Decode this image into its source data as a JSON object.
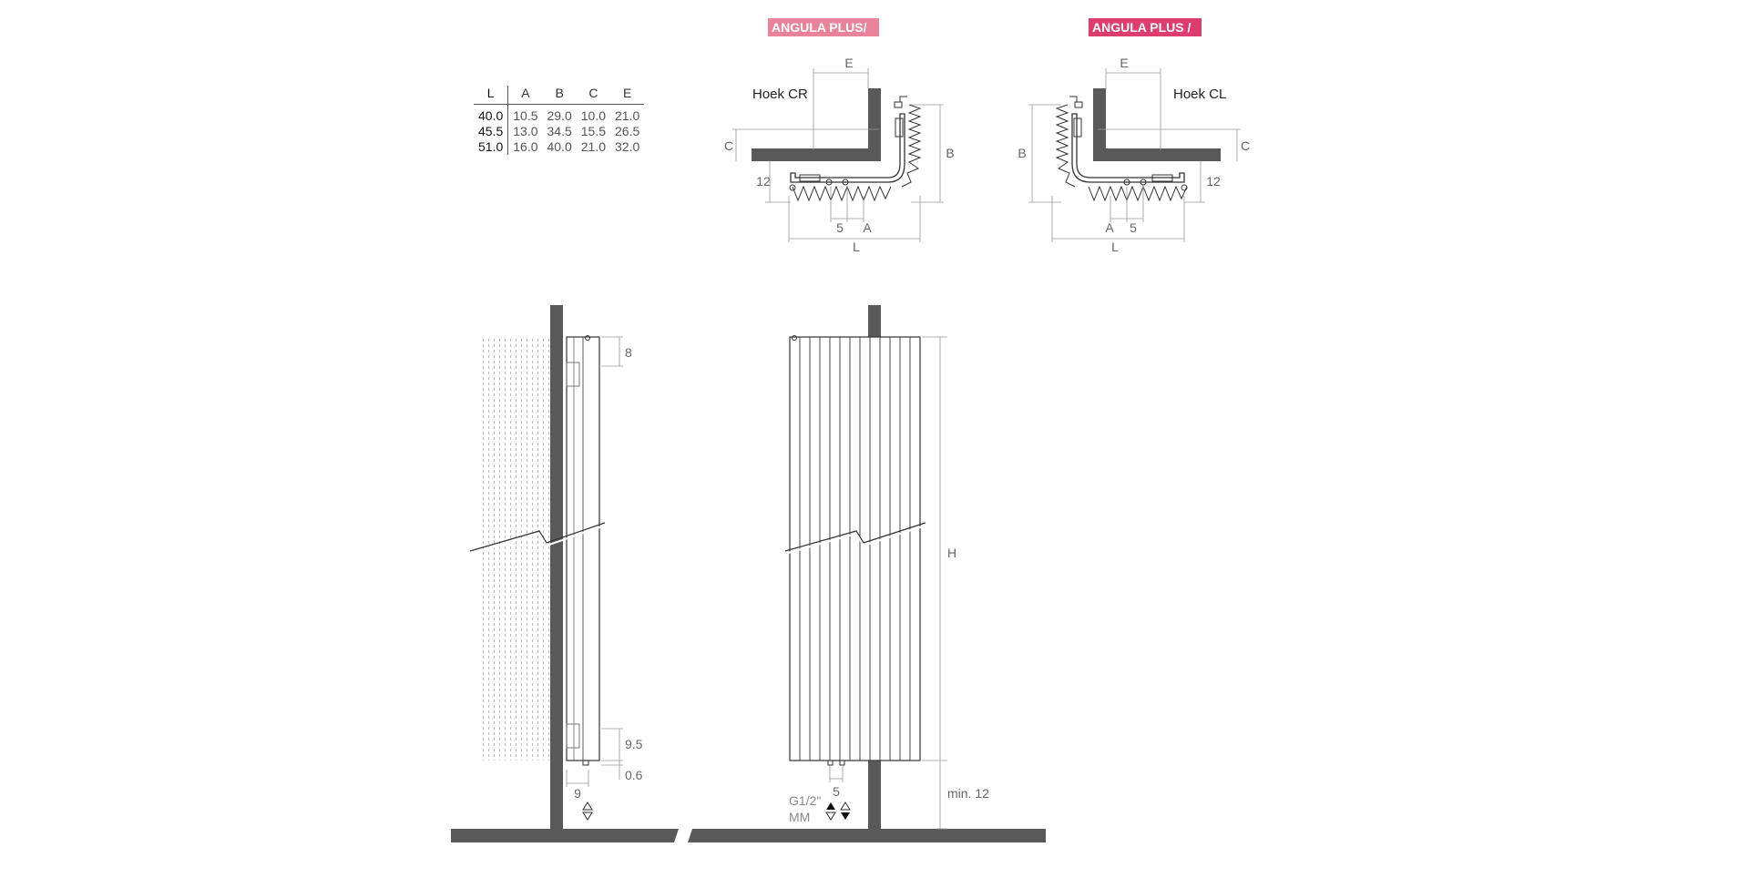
{
  "badges": {
    "corner_right": "ANGULA PLUS/",
    "corner_left": "ANGULA PLUS /"
  },
  "corner_labels": {
    "right": "Hoek CR",
    "left": "Hoek CL"
  },
  "table": {
    "headers": [
      "L",
      "A",
      "B",
      "C",
      "E"
    ],
    "rows": [
      [
        "40.0",
        "10.5",
        "29.0",
        "10.0",
        "21.0"
      ],
      [
        "45.5",
        "13.0",
        "34.5",
        "15.5",
        "26.5"
      ],
      [
        "51.0",
        "16.0",
        "40.0",
        "21.0",
        "32.0"
      ]
    ]
  },
  "plan_dims": {
    "E": "E",
    "B": "B",
    "C": "C",
    "A": "A",
    "L": "L",
    "twelve": "12",
    "five": "5"
  },
  "side_dims": {
    "top": "8",
    "bottom": "9.5",
    "gap": "0.6",
    "depth": "9"
  },
  "front_dims": {
    "height": "H",
    "floor": "min. 12",
    "spacing": "5",
    "connection": "G1/2\"",
    "unit": "MM"
  },
  "colors": {
    "wall": "#595959",
    "dim_line": "#9a9a9a",
    "outline": "#333333"
  }
}
